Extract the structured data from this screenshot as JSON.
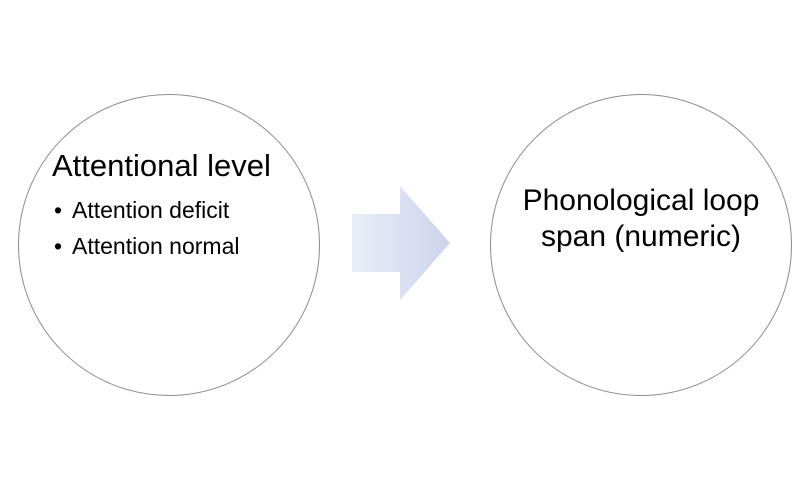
{
  "left_node": {
    "title": "Attentional level",
    "bullets": [
      "Attention deficit",
      "Attention normal"
    ]
  },
  "right_node": {
    "title": "Phonological loop span (numeric)"
  },
  "colors": {
    "circle_border": "#8c8c8c",
    "arrow_fill_start": "#eaedf7",
    "arrow_fill_end": "#cdd3ec"
  }
}
